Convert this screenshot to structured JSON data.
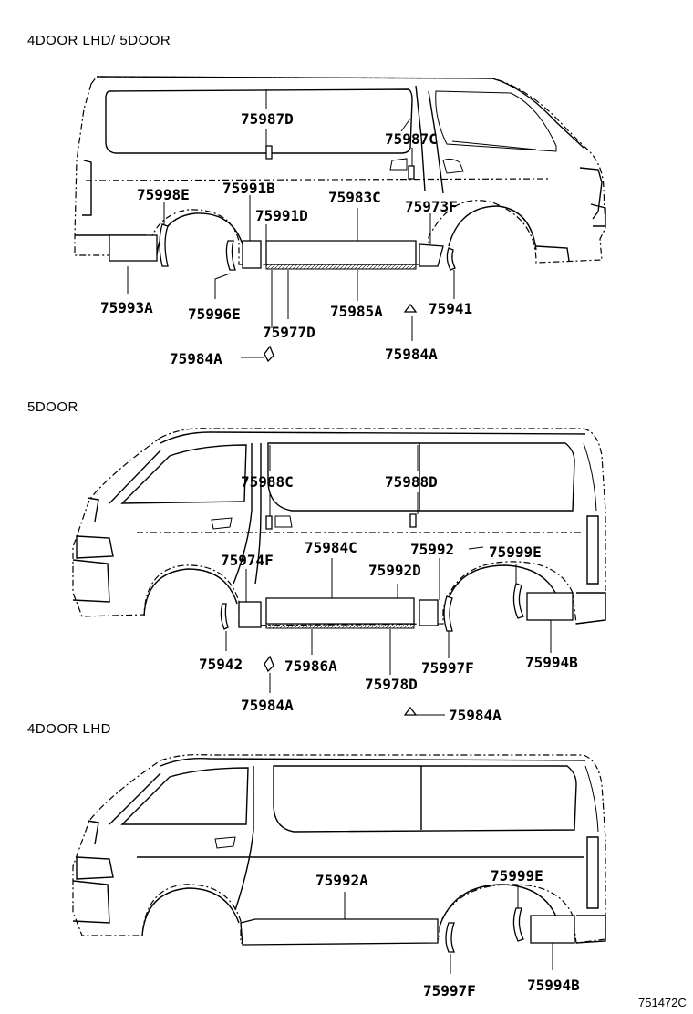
{
  "sections": [
    {
      "title": "4DOOR LHD/ 5DOOR",
      "labels": [
        "75987D",
        "75987C",
        "75998E",
        "75991B",
        "75983C",
        "75991D",
        "75973F",
        "75993A",
        "75996E",
        "75977D",
        "75985A",
        "75941",
        "75984A",
        "75984A"
      ]
    },
    {
      "title": "5DOOR",
      "labels": [
        "75988C",
        "75988D",
        "75974F",
        "75984C",
        "75992",
        "75999E",
        "75992D",
        "75942",
        "75986A",
        "75997F",
        "75994B",
        "75978D",
        "75984A",
        "75984A"
      ]
    },
    {
      "title": "4DOOR LHD",
      "labels": [
        "75992A",
        "75999E",
        "75997F",
        "75994B"
      ]
    }
  ],
  "reference": "751472C"
}
